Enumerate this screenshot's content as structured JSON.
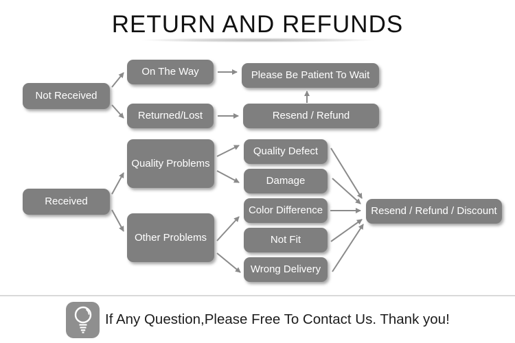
{
  "title": "RETURN AND REFUNDS",
  "nodes": {
    "not_received": "Not Received",
    "on_the_way": "On The Way",
    "returned_lost": "Returned/Lost",
    "please_wait": "Please Be Patient To Wait",
    "resend_refund": "Resend / Refund",
    "received": "Received",
    "quality_problems": "Quality Problems",
    "other_problems": "Other Problems",
    "quality_defect": "Quality Defect",
    "damage": "Damage",
    "color_difference": "Color Difference",
    "not_fit": "Not Fit",
    "wrong_delivery": "Wrong Delivery",
    "resend_refund_discount": "Resend / Refund / Discount"
  },
  "footer": {
    "message": "If Any Question,Please Free To Contact Us. Thank you!",
    "icon": "lightbulb-icon"
  },
  "colors": {
    "box": "#7f7f7f",
    "box_text": "#ffffff",
    "arrow": "#8a8a8a",
    "title_text": "#111111",
    "divider": "#d9d9d9",
    "footer_text": "#1c1c1c",
    "icon_bg": "#8f8f8f"
  }
}
